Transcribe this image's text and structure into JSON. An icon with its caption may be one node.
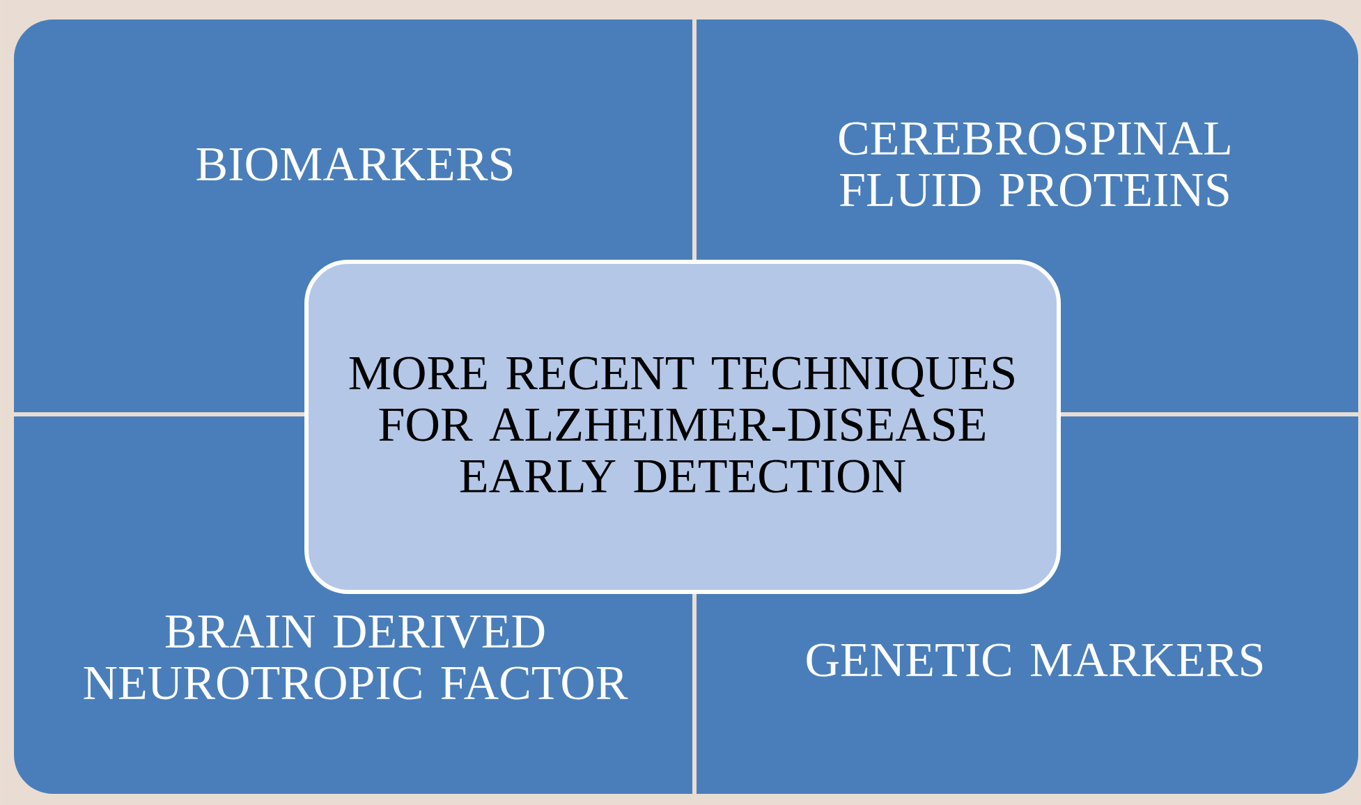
{
  "diagram": {
    "nodes": [
      {
        "text": [
          "BIOMARKERS"
        ]
      },
      {
        "text": [
          "CEREBROSPINAL FLUID PROTEINS"
        ]
      },
      {
        "text": [
          "MORE RECENT TECHNIQUES FOR ALZHEIMER-DISEASE EARLY DETECTION"
        ]
      },
      {
        "text": [
          "BRAIN DERIVED NEUROTROPIC FACTOR"
        ]
      },
      {
        "text": [
          "GENETIC MARKERS"
        ]
      }
    ]
  }
}
